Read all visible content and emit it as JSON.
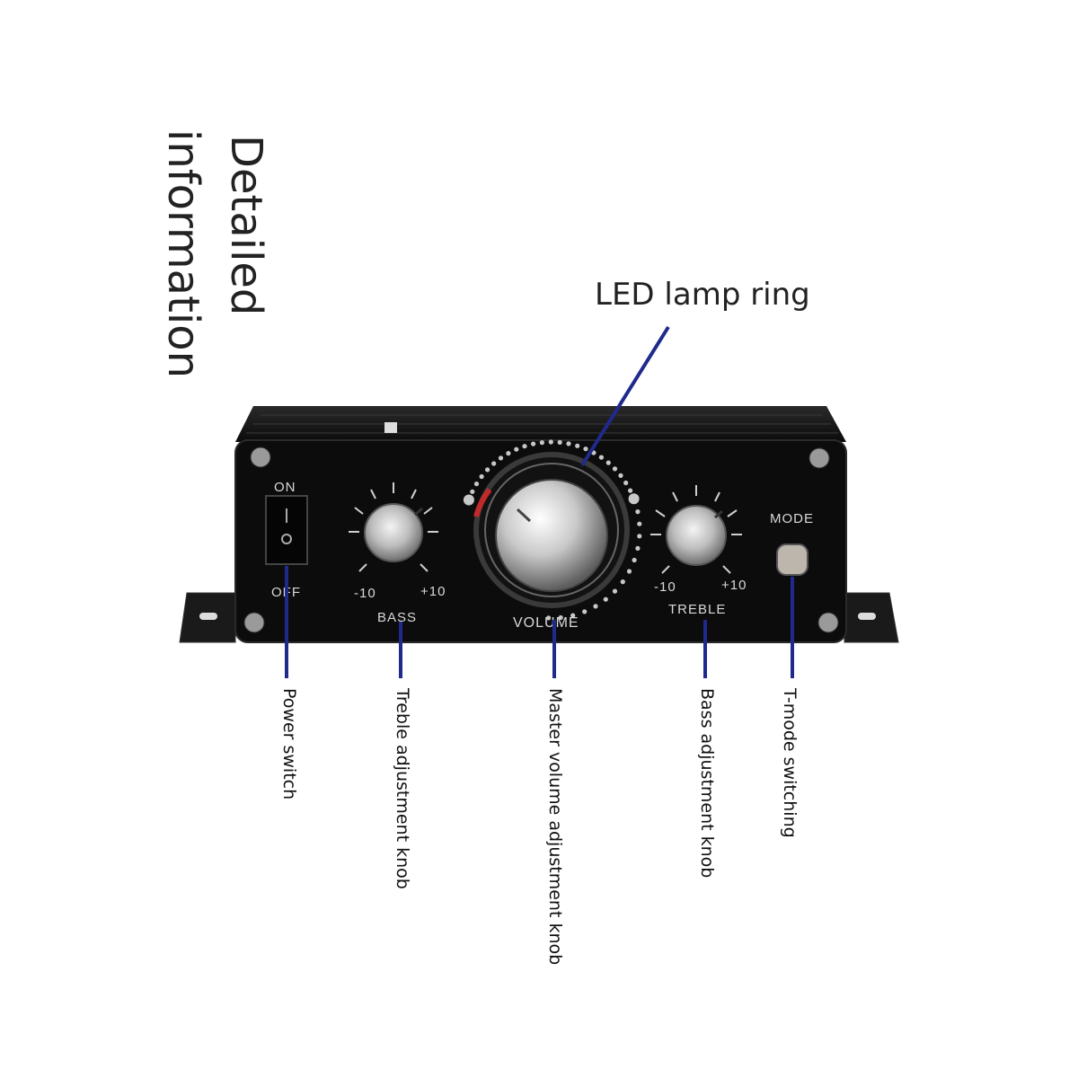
{
  "heading": {
    "line1": "Detailed",
    "line2": "information"
  },
  "callouts": {
    "led_ring": "LED lamp ring",
    "power": "Power switch",
    "bass_knob": "Treble adjustment knob",
    "volume_knob": "Master volume adjustment knob",
    "treble_knob": "Bass adjustment knob",
    "mode": "T-mode switching"
  },
  "panel": {
    "on": "ON",
    "off": "OFF",
    "bass": "BASS",
    "treble": "TREBLE",
    "volume": "VOLUME",
    "mode": "MODE",
    "bass_min": "-10",
    "bass_max": "+10",
    "treble_min": "-10",
    "treble_max": "+10"
  },
  "colors": {
    "leader_line": "#1f2a8c",
    "body": "#151515",
    "panel": "#0d0d0d",
    "text": "#222222"
  }
}
